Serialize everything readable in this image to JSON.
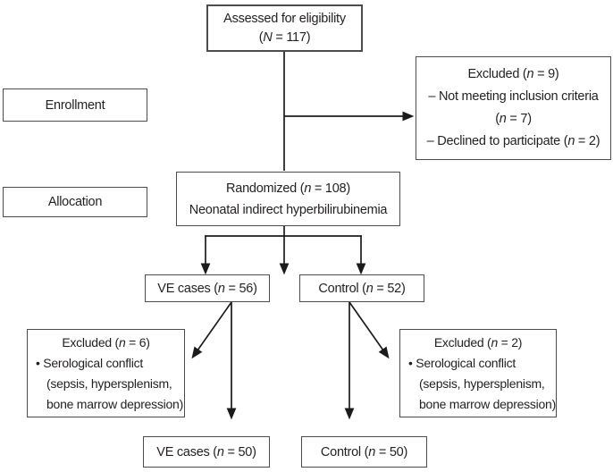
{
  "colors": {
    "background": "#ffffff",
    "box_border": "#4c4c4e",
    "arrow_line": "#1b1b1b",
    "text": "#231f20"
  },
  "boxes": {
    "assessed": {
      "lines": [
        {
          "segs": [
            {
              "t": "Assessed for eligibility"
            }
          ]
        },
        {
          "segs": [
            {
              "t": "("
            },
            {
              "t": "N",
              "i": true
            },
            {
              "t": " = 117)"
            }
          ]
        }
      ]
    },
    "excluded_top": {
      "lines": [
        {
          "segs": [
            {
              "t": "Excluded ("
            },
            {
              "t": "n",
              "i": true
            },
            {
              "t": " = 9)"
            }
          ]
        },
        {
          "segs": [
            {
              "t": "– Not meeting inclusion criteria"
            }
          ]
        },
        {
          "segs": [
            {
              "t": "("
            },
            {
              "t": "n",
              "i": true
            },
            {
              "t": " = 7)"
            }
          ]
        },
        {
          "segs": [
            {
              "t": "– Declined to participate ("
            },
            {
              "t": "n",
              "i": true
            },
            {
              "t": " = 2)"
            }
          ]
        }
      ]
    },
    "enrollment": {
      "lines": [
        {
          "segs": [
            {
              "t": "Enrollment"
            }
          ]
        }
      ]
    },
    "allocation": {
      "lines": [
        {
          "segs": [
            {
              "t": "Allocation"
            }
          ]
        }
      ]
    },
    "randomized": {
      "lines": [
        {
          "segs": [
            {
              "t": "Randomized ("
            },
            {
              "t": "n",
              "i": true
            },
            {
              "t": " = 108)"
            }
          ]
        },
        {
          "segs": [
            {
              "t": "Neonatal indirect hyperbilirubinemia"
            }
          ]
        }
      ]
    },
    "ve56": {
      "lines": [
        {
          "segs": [
            {
              "t": "VE cases ("
            },
            {
              "t": "n",
              "i": true
            },
            {
              "t": " = 56)"
            }
          ]
        }
      ]
    },
    "control52": {
      "lines": [
        {
          "segs": [
            {
              "t": "Control ("
            },
            {
              "t": "n",
              "i": true
            },
            {
              "t": " = 52)"
            }
          ]
        }
      ]
    },
    "excluded_left": {
      "lines": [
        {
          "segs": [
            {
              "t": "Excluded ("
            },
            {
              "t": "n",
              "i": true
            },
            {
              "t": " = 6)"
            }
          ]
        },
        {
          "align": "left",
          "segs": [
            {
              "t": "• Serological conflict"
            }
          ]
        },
        {
          "align": "indent",
          "segs": [
            {
              "t": "(sepsis, hypersplenism,"
            }
          ]
        },
        {
          "align": "indent",
          "segs": [
            {
              "t": "bone marrow depression)"
            }
          ]
        }
      ]
    },
    "excluded_right": {
      "lines": [
        {
          "segs": [
            {
              "t": "Excluded ("
            },
            {
              "t": "n",
              "i": true
            },
            {
              "t": " = 2)"
            }
          ]
        },
        {
          "align": "left",
          "segs": [
            {
              "t": "• Serological conflict"
            }
          ]
        },
        {
          "align": "indent",
          "segs": [
            {
              "t": "(sepsis, hypersplenism,"
            }
          ]
        },
        {
          "align": "indent",
          "segs": [
            {
              "t": "bone marrow depression)"
            }
          ]
        }
      ]
    },
    "ve50": {
      "lines": [
        {
          "segs": [
            {
              "t": "VE cases ("
            },
            {
              "t": "n",
              "i": true
            },
            {
              "t": " = 50)"
            }
          ]
        }
      ]
    },
    "control50": {
      "lines": [
        {
          "segs": [
            {
              "t": "Control ("
            },
            {
              "t": "n",
              "i": true
            },
            {
              "t": " = 50)"
            }
          ]
        }
      ]
    }
  }
}
